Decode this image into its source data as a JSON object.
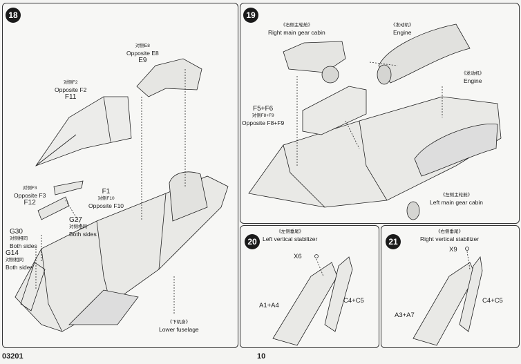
{
  "page": {
    "code": "03201",
    "number": "10"
  },
  "step18": {
    "number": "18",
    "e8": {
      "cn": "对侧E8",
      "en": "Opposite E8",
      "part": "E9"
    },
    "f2": {
      "cn": "对侧F2",
      "en": "Opposite F2",
      "part": "F11"
    },
    "f3": {
      "cn": "对侧F3",
      "en": "Opposite F3",
      "part": "F12"
    },
    "f1": {
      "part": "F1",
      "cn": "对侧F10",
      "en": "Opposite F10"
    },
    "g27": {
      "part": "G27",
      "cn": "对侧相同",
      "en": "Both sides"
    },
    "g30": {
      "part": "G30",
      "cn": "对侧相同",
      "en": "Both sides"
    },
    "g14": {
      "part": "G14",
      "cn": "对侧相同",
      "en": "Both sides"
    },
    "lower": {
      "cn": "《下机身》",
      "en": "Lower fuselage"
    }
  },
  "step19": {
    "number": "19",
    "right_gear": {
      "cn": "《右侧主轮舱》",
      "en": "Right main gear cabin"
    },
    "engine_top": {
      "cn": "《发动机》",
      "en": "Engine"
    },
    "engine_right": {
      "cn": "《发动机》",
      "en": "Engine"
    },
    "f5": {
      "part": "F5+F6",
      "cn": "对侧F8+F9",
      "en": "Opposite F8+F9"
    },
    "left_gear": {
      "cn": "《左侧主轮舱》",
      "en": "Left main gear cabin"
    }
  },
  "step20": {
    "number": "20",
    "title": {
      "cn": "《左侧垂尾》",
      "en": "Left vertical stabilizer"
    },
    "x6": "X6",
    "a1": "A1+A4",
    "c4": "C4+C5"
  },
  "step21": {
    "number": "21",
    "title": {
      "cn": "《右侧垂尾》",
      "en": "Right vertical stabilizer"
    },
    "x9": "X9",
    "a3": "A3+A7",
    "c4": "C4+C5"
  }
}
